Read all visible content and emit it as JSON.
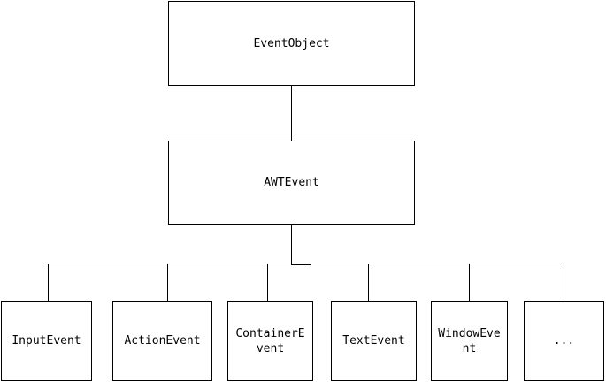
{
  "diagram": {
    "root": {
      "label": "EventObject"
    },
    "middle": {
      "label": "AWTEvent"
    },
    "children": [
      {
        "label": "InputEvent"
      },
      {
        "label": "ActionEvent"
      },
      {
        "label": "ContainerE\nvent"
      },
      {
        "label": "TextEvent"
      },
      {
        "label": "WindowEve\nnt"
      },
      {
        "label": "..."
      }
    ]
  }
}
